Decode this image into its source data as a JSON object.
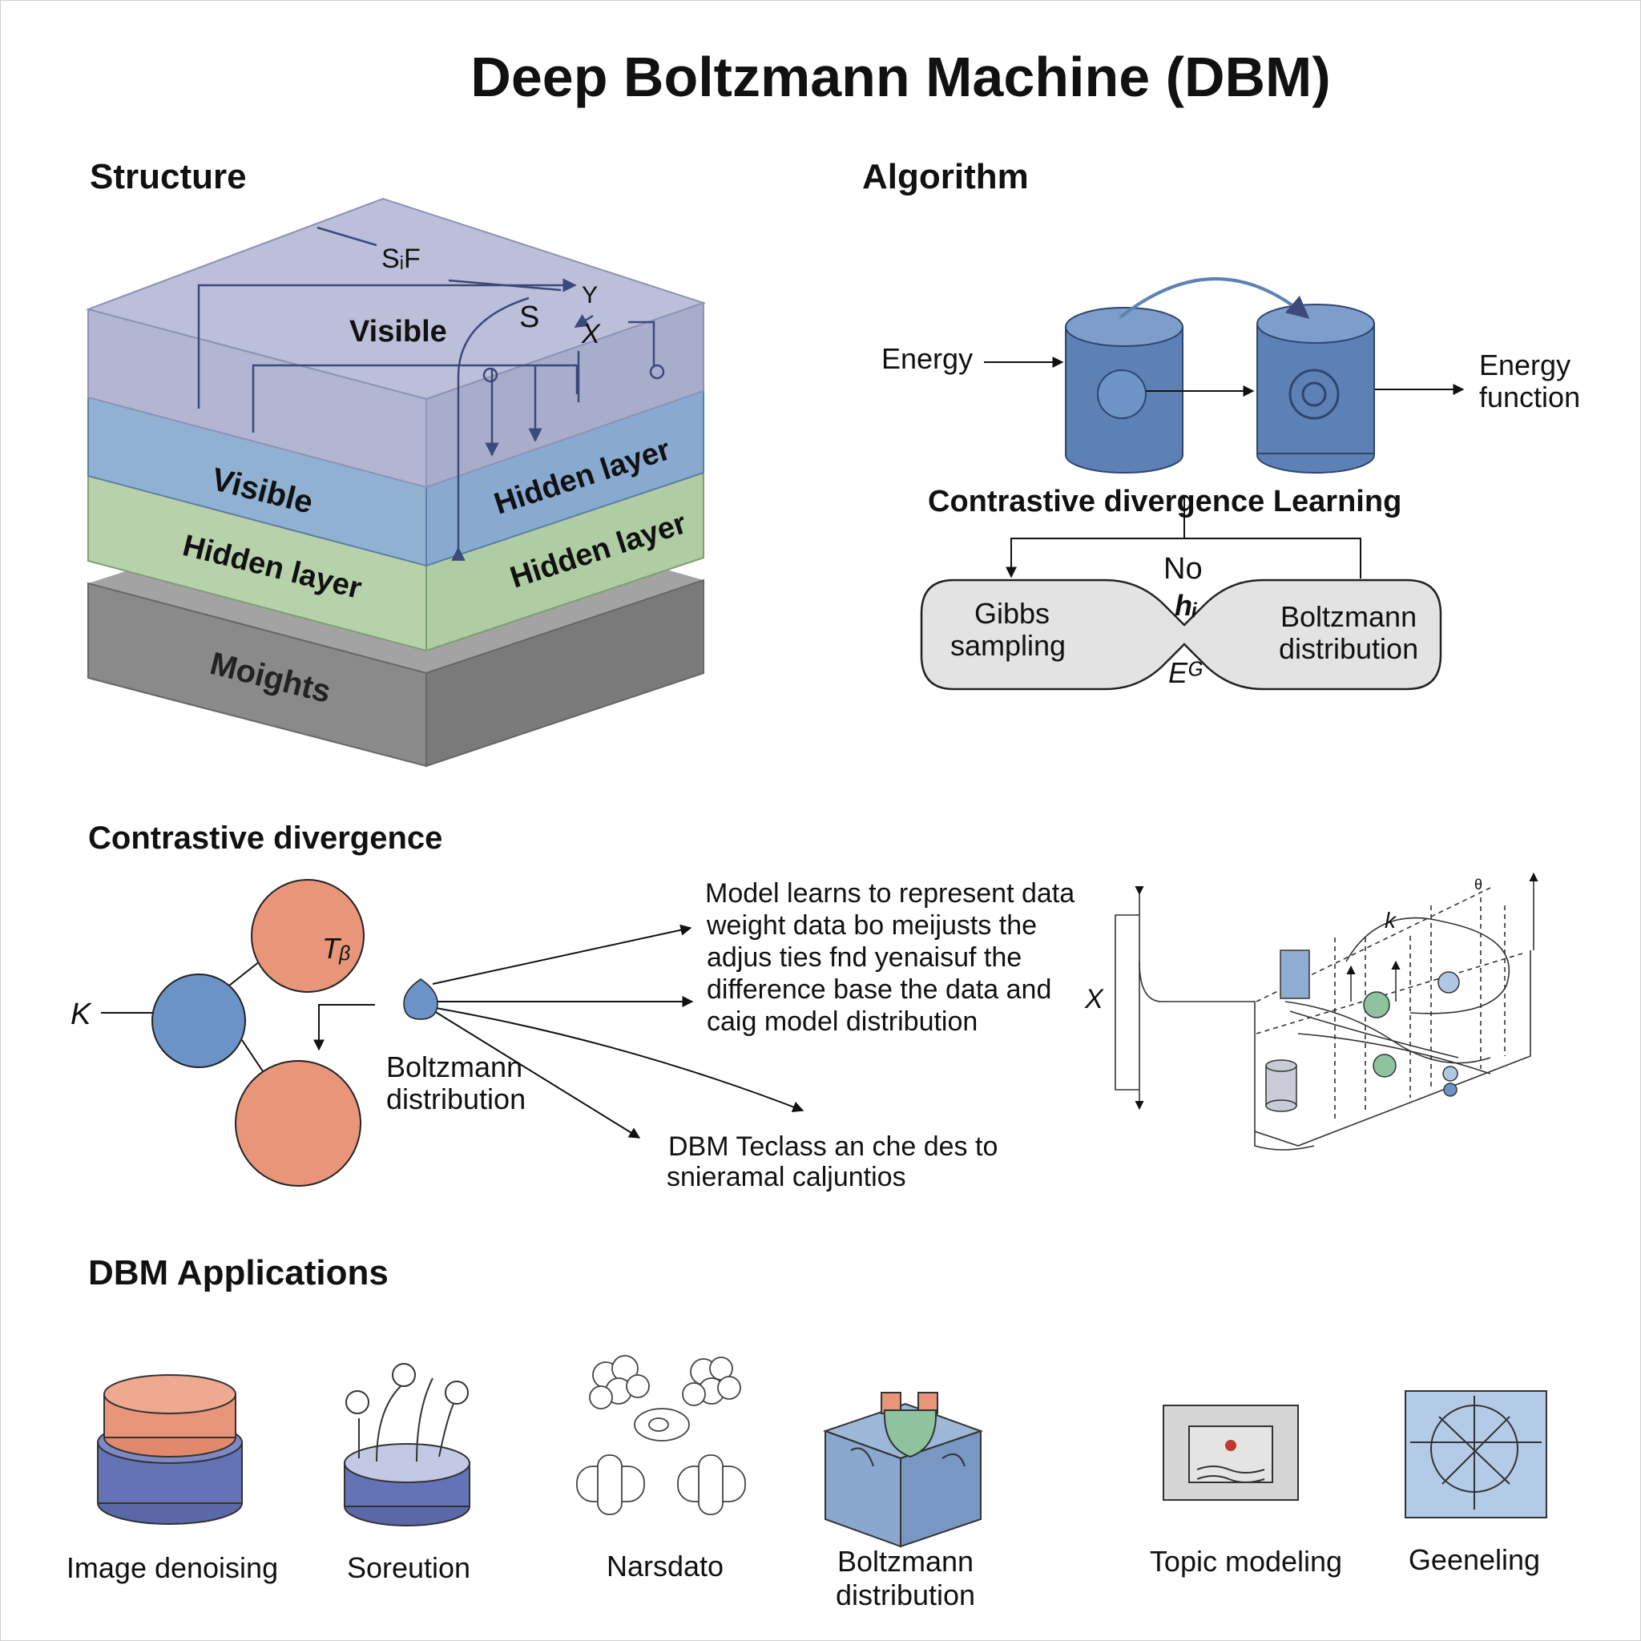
{
  "title": "Deep Boltzmann Machine (DBM)",
  "structure": {
    "heading": "Structure",
    "top_labels": {
      "sf": "SᵢF",
      "visible": "Visible",
      "s": "S",
      "y": "Y",
      "x": "X"
    },
    "layers": {
      "blue_left": "Visible",
      "blue_right": "Hidden layer",
      "green_left": "Hidden layer",
      "green_right": "Hidden layer",
      "gray": "Moights"
    }
  },
  "algorithm": {
    "heading": "Algorithm",
    "energy_in": "Energy",
    "energy_out_line1": "Energy",
    "energy_out_line2": "function",
    "cd_learning": "Contrastive divergence Learning",
    "no": "No",
    "h_label": "hᵢ",
    "e_label": "Eᴳ",
    "gibbs_line1": "Gibbs",
    "gibbs_line2": "sampling",
    "boltz_line1": "Boltzmann",
    "boltz_line2": "distribution"
  },
  "contrastive": {
    "heading": "Contrastive divergence",
    "k_label": "K",
    "t_label": "Tᵦ",
    "boltz_line1": "Boltzmann",
    "boltz_line2": "distribution",
    "text_lines": [
      "Model learns to represent data",
      "weight data bo meijusts the",
      "adjus ties fnd yenaisuf the",
      "difference base the data and",
      "caig model distribution"
    ],
    "bottom_line1": "DBM Teclass an che des to",
    "bottom_line2": "snieramal caljuntios",
    "x_label": "X",
    "k_small": "k",
    "theta": "θ"
  },
  "applications": {
    "heading": "DBM Applications",
    "items": [
      {
        "lines": [
          "Image denoising"
        ]
      },
      {
        "lines": [
          "Soreution"
        ]
      },
      {
        "lines": [
          "Narsdato"
        ]
      },
      {
        "lines": [
          "Boltzmann",
          "distribution"
        ]
      },
      {
        "lines": [
          "Topic modeling"
        ]
      },
      {
        "lines": [
          "Geeneling"
        ]
      }
    ]
  },
  "colors": {
    "layer_top": "#b9bcd6",
    "layer_blue": "#8fb0d2",
    "layer_green": "#b5d1aa",
    "layer_gray": "#8f8f8f",
    "cylinder_blue": "#5e81b5",
    "node_orange": "#e8957a",
    "node_blue": "#6b93c6",
    "arrow": "#3b4a7a"
  }
}
